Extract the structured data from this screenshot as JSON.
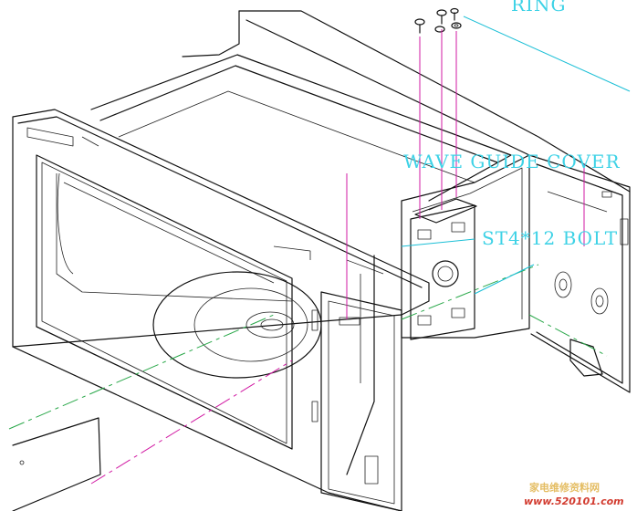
{
  "labels": {
    "ring": "RING",
    "wave_guide_cover": "WAVE GUIDE COVER",
    "bolt": "ST4*12 BOLT"
  },
  "watermark": {
    "text": "家电维修资料网",
    "url": "www.520101.com"
  },
  "colors": {
    "line": "#111111",
    "callout": "#d11aa3",
    "label": "#3ed2e6",
    "axis": "#2aa84a"
  }
}
